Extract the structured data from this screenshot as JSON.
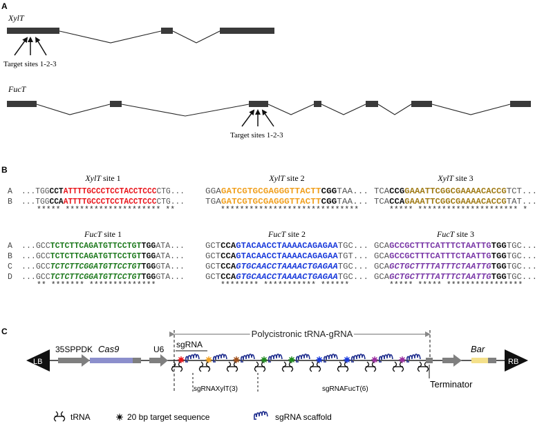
{
  "panel_a": {
    "label": "A",
    "xylt_title": "XylT",
    "fuct_title": "FucT",
    "xylt_target": "Target sites 1-2-3",
    "fuct_target": "Target sites 1-2-3"
  },
  "panel_b": {
    "label": "B",
    "xylt_titles": [
      {
        "gene": "XylT",
        "site": " site 1"
      },
      {
        "gene": "XylT",
        "site": " site 2"
      },
      {
        "gene": "XylT",
        "site": " site 3"
      }
    ],
    "fuct_titles": [
      {
        "gene": "FucT",
        "site": " site 1"
      },
      {
        "gene": "FucT",
        "site": " site 2"
      },
      {
        "gene": "FucT",
        "site": " site 3"
      }
    ],
    "colors": {
      "s1": "#e8151b",
      "s2": "#f0a020",
      "s3": "#a07b16",
      "f1": "#1e7a1e",
      "f2": "#1a3bdb",
      "f3": "#7b3aa8",
      "flank": "#555555",
      "pam": "#111111"
    },
    "xylt_rows": [
      {
        "label": "A",
        "segs": [
          [
            {
              "t": "...TGG",
              "c": "flank"
            },
            {
              "t": "CCT",
              "c": "pam",
              "b": true
            },
            {
              "t": "ATTTTGCCCTCCTACCTCCC",
              "c": "s1",
              "b": true
            },
            {
              "t": "CTG...",
              "c": "flank"
            }
          ],
          [
            {
              "t": "GGA",
              "c": "flank"
            },
            {
              "t": "GATCGTGCGAGGGTTACTT",
              "c": "s2",
              "b": true
            },
            {
              "t": "CGG",
              "c": "pam",
              "b": true
            },
            {
              "t": "TAA...",
              "c": "flank"
            }
          ],
          [
            {
              "t": "TCA",
              "c": "flank"
            },
            {
              "t": "CCG",
              "c": "pam",
              "b": true
            },
            {
              "t": "GAAATTCGGCGAAAACACCG",
              "c": "s3",
              "b": true
            },
            {
              "t": "TCT...",
              "c": "flank"
            }
          ]
        ]
      },
      {
        "label": "B",
        "segs": [
          [
            {
              "t": "...TGG",
              "c": "flank"
            },
            {
              "t": "CCA",
              "c": "pam",
              "b": true
            },
            {
              "t": "ATTTTGCCCTCCTACCTCCC",
              "c": "s1",
              "b": true
            },
            {
              "t": "CTG...",
              "c": "flank"
            }
          ],
          [
            {
              "t": "TGA",
              "c": "flank"
            },
            {
              "t": "GATCGTGCGAGGGTTACTT",
              "c": "s2",
              "b": true
            },
            {
              "t": "CGG",
              "c": "pam",
              "b": true
            },
            {
              "t": "TAA...",
              "c": "flank"
            }
          ],
          [
            {
              "t": "TCA",
              "c": "flank"
            },
            {
              "t": "CCA",
              "c": "pam",
              "b": true
            },
            {
              "t": "GAAATTCGGCGAAAACACCG",
              "c": "s3",
              "b": true
            },
            {
              "t": "TAT...",
              "c": "flank"
            }
          ]
        ]
      }
    ],
    "xylt_stars": [
      "***** ******************** **",
      "*****************************",
      "***** ********************* *"
    ],
    "fuct_rows": [
      {
        "label": "A",
        "segs": [
          [
            {
              "t": "...GCC",
              "c": "flank"
            },
            {
              "t": "TCTCTTCAGATGTTCCTGT",
              "c": "f1",
              "b": true
            },
            {
              "t": "TGG",
              "c": "pam",
              "b": true
            },
            {
              "t": "ATA...",
              "c": "flank"
            }
          ],
          [
            {
              "t": "GCT",
              "c": "flank"
            },
            {
              "t": "CCA",
              "c": "pam",
              "b": true
            },
            {
              "t": "GTACAACCTAAAACAGAGAA",
              "c": "f2",
              "b": true
            },
            {
              "t": "TGC...",
              "c": "flank"
            }
          ],
          [
            {
              "t": "GCA",
              "c": "flank"
            },
            {
              "t": "GCCGCTTTCATTTCTAATTG",
              "c": "f3",
              "b": true
            },
            {
              "t": "TGG",
              "c": "pam",
              "b": true
            },
            {
              "t": "TGC...",
              "c": "flank"
            }
          ]
        ]
      },
      {
        "label": "B",
        "segs": [
          [
            {
              "t": "...GCC",
              "c": "flank"
            },
            {
              "t": "TCTCTTCAGATGTTCCTGT",
              "c": "f1",
              "b": true
            },
            {
              "t": "TGG",
              "c": "pam",
              "b": true
            },
            {
              "t": "ATA...",
              "c": "flank"
            }
          ],
          [
            {
              "t": "GCT",
              "c": "flank"
            },
            {
              "t": "CCA",
              "c": "pam",
              "b": true
            },
            {
              "t": "GTACAACCTAAAACAGAGAA",
              "c": "f2",
              "b": true
            },
            {
              "t": "TGT...",
              "c": "flank"
            }
          ],
          [
            {
              "t": "GCA",
              "c": "flank"
            },
            {
              "t": "GCCGCTTTCATTTCTAATTG",
              "c": "f3",
              "b": true
            },
            {
              "t": "TGG",
              "c": "pam",
              "b": true
            },
            {
              "t": "TGC...",
              "c": "flank"
            }
          ]
        ]
      },
      {
        "label": "C",
        "segs": [
          [
            {
              "t": "...GCC",
              "c": "flank"
            },
            {
              "t": "TCTCTTCGGATGTTCCTGT",
              "c": "f1",
              "b": true,
              "i": true
            },
            {
              "t": "TGG",
              "c": "pam",
              "b": true
            },
            {
              "t": "GTA...",
              "c": "flank"
            }
          ],
          [
            {
              "t": "GCT",
              "c": "flank"
            },
            {
              "t": "CCA",
              "c": "pam",
              "b": true
            },
            {
              "t": "GTGCAACCTAAAACTGAGAA",
              "c": "f2",
              "b": true,
              "i": true
            },
            {
              "t": "TGC...",
              "c": "flank"
            }
          ],
          [
            {
              "t": "GCA",
              "c": "flank"
            },
            {
              "t": "GCTGCTTTTATTTCTAATTG",
              "c": "f3",
              "b": true,
              "i": true
            },
            {
              "t": "TGG",
              "c": "pam",
              "b": true
            },
            {
              "t": "TGC...",
              "c": "flank"
            }
          ]
        ]
      },
      {
        "label": "D",
        "segs": [
          [
            {
              "t": "...GCC",
              "c": "flank"
            },
            {
              "t": "TCTCTTCGGATGTTCCTGT",
              "c": "f1",
              "b": true,
              "i": true
            },
            {
              "t": "TGG",
              "c": "pam",
              "b": true
            },
            {
              "t": "GTA...",
              "c": "flank"
            }
          ],
          [
            {
              "t": "GCT",
              "c": "flank"
            },
            {
              "t": "CCA",
              "c": "pam",
              "b": true
            },
            {
              "t": "GTGCAACCTAAAACTGAGAA",
              "c": "f2",
              "b": true,
              "i": true
            },
            {
              "t": "TGC...",
              "c": "flank"
            }
          ],
          [
            {
              "t": "GCA",
              "c": "flank"
            },
            {
              "t": "GCTGCTTTTATTTCTAATTG",
              "c": "f3",
              "b": true,
              "i": true
            },
            {
              "t": "TGG",
              "c": "pam",
              "b": true
            },
            {
              "t": "TGC...",
              "c": "flank"
            }
          ]
        ]
      }
    ],
    "fuct_stars": [
      "** ******* **************",
      "******** *********** ******",
      "***** ***** ****************"
    ]
  },
  "panel_c": {
    "label": "C",
    "polycistronic": "Polycistronic tRNA-gRNA",
    "lb": "LB",
    "rb": "RB",
    "promoter": "35SPPDK",
    "cas9": "Cas9",
    "u6": "U6",
    "sgrna": "sgRNA",
    "bar": "Bar",
    "terminator": "Terminator",
    "sgrna_xylt": "sgRNAXylT(3)",
    "sgrna_fuct": "sgRNAFucT(6)",
    "target_colors": [
      "#e8151b",
      "#f0a020",
      "#a0521e",
      "#1e8a1e",
      "#1e8a1e",
      "#1a3bdb",
      "#1a3bdb",
      "#9b2fa0",
      "#9b2fa0"
    ],
    "colors": {
      "cas9": "#8c8fcc",
      "bar": "#f4e08a",
      "gray": "#7f7f7f",
      "scaffold": "#1b2a8c"
    }
  },
  "legend": {
    "trna": "tRNA",
    "target": "20 bp target sequence",
    "scaffold": "sgRNA scaffold"
  }
}
